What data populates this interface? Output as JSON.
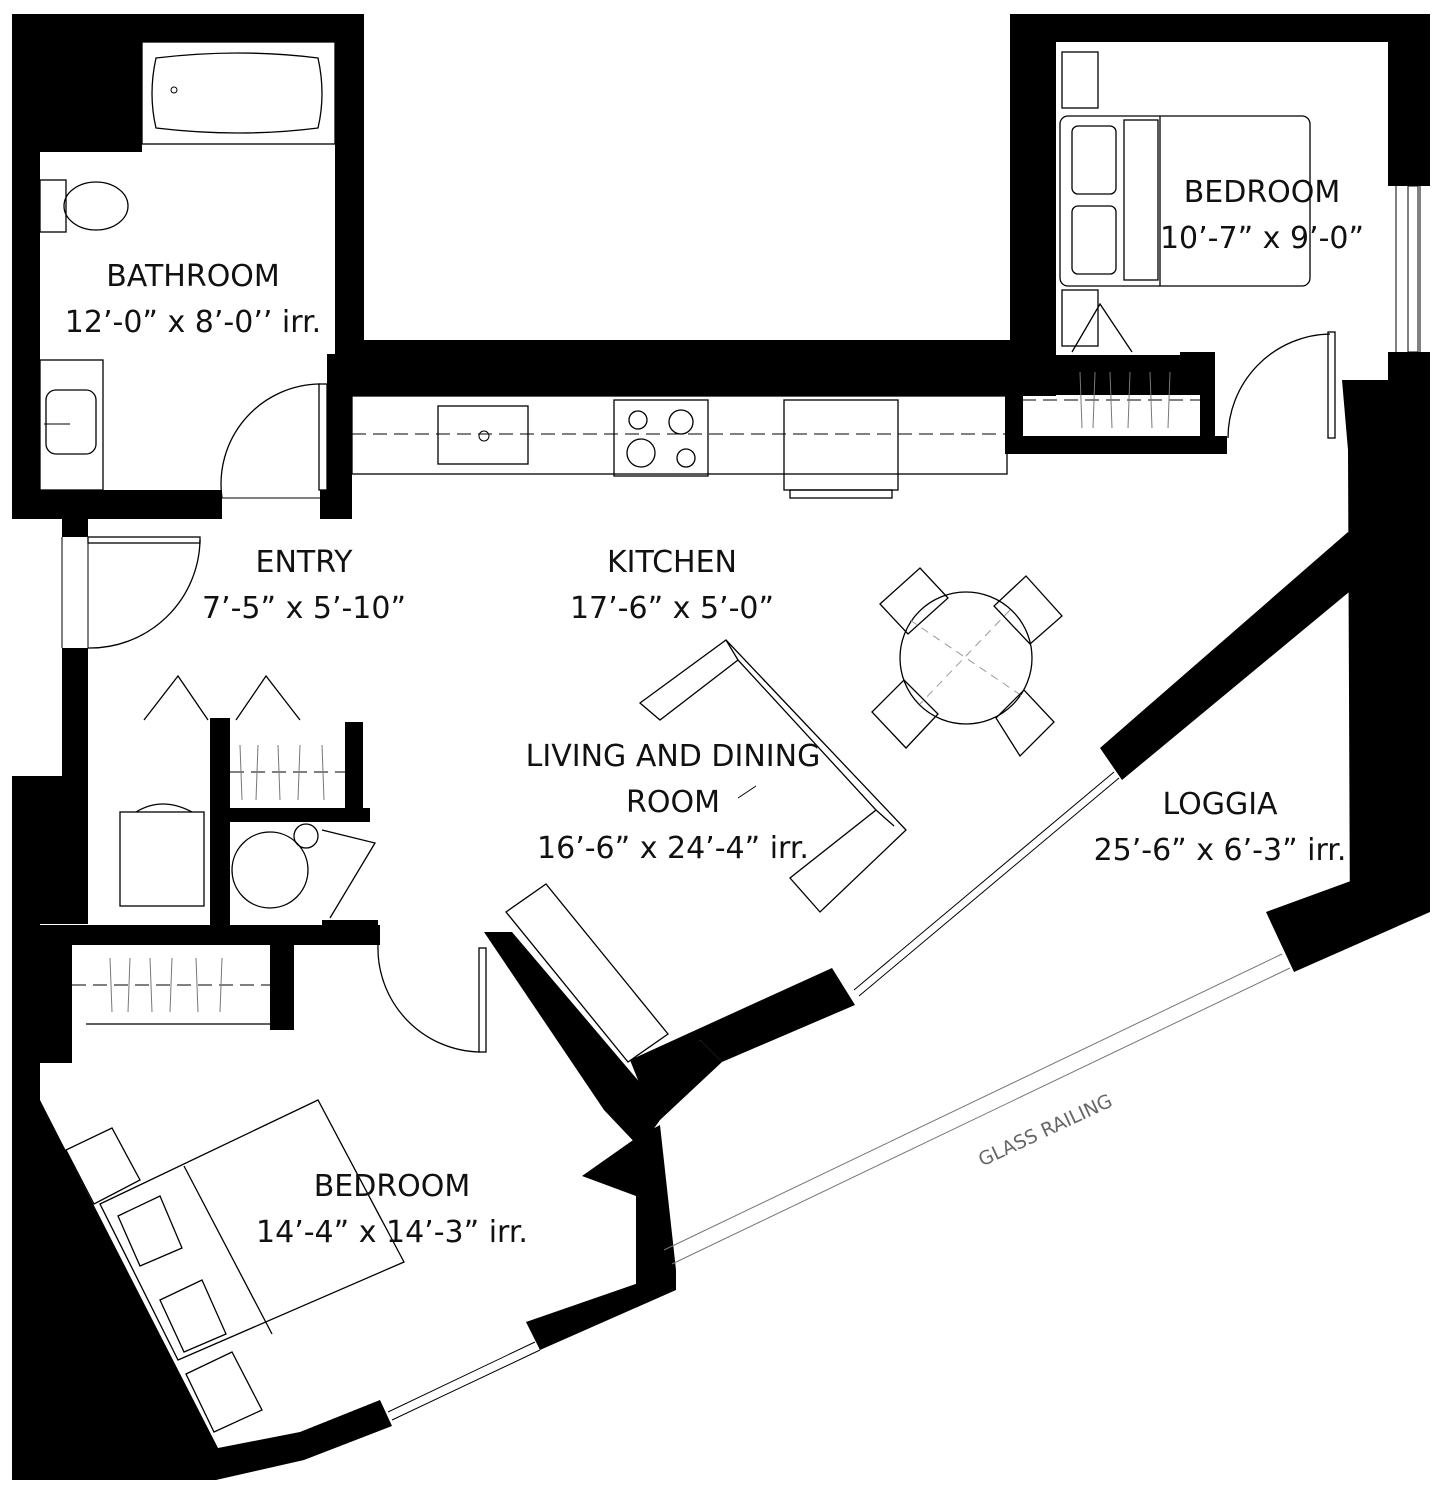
{
  "rooms": {
    "bathroom": {
      "name": "BATHROOM",
      "dimensions": "12’-0” x 8’-0’’ irr."
    },
    "bedroom_small": {
      "name": "BEDROOM",
      "dimensions": "10’-7” x 9’-0”"
    },
    "entry": {
      "name": "ENTRY",
      "dimensions": "7’-5” x 5’-10”"
    },
    "kitchen": {
      "name": "KITCHEN",
      "dimensions": "17’-6” x 5’-0”"
    },
    "living_dining": {
      "name_line1": "LIVING AND DINING",
      "name_line2": "ROOM",
      "dimensions": "16’-6” x 24’-4” irr."
    },
    "loggia": {
      "name": "LOGGIA",
      "dimensions": "25’-6” x 6’-3” irr."
    },
    "bedroom_large": {
      "name": "BEDROOM",
      "dimensions": "14’-4” x 14’-3” irr."
    }
  },
  "labels": {
    "glass_railing": "GLASS RAILING"
  }
}
